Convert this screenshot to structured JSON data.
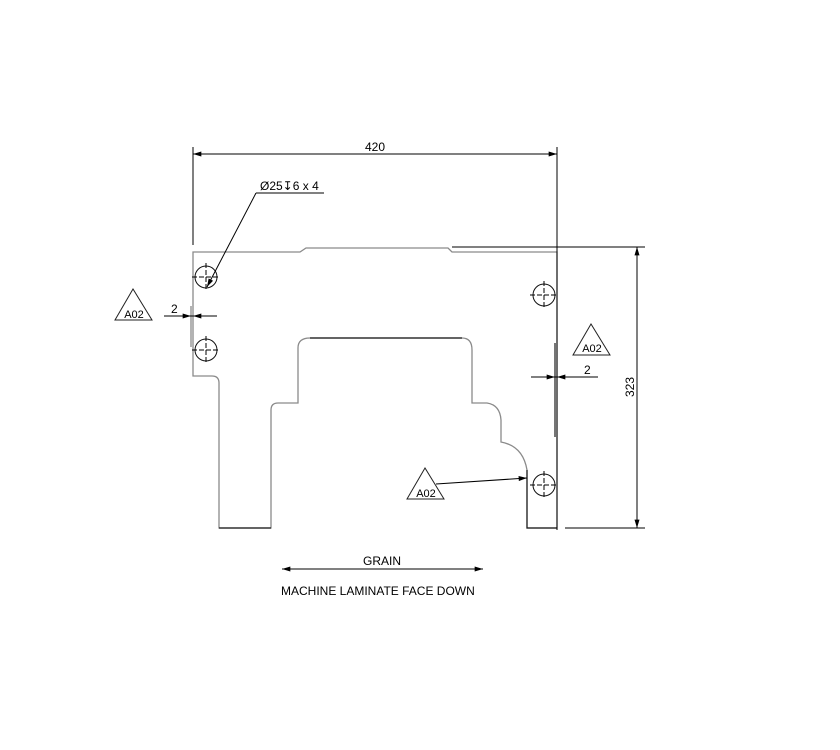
{
  "drawing": {
    "overall_width_dim": "420",
    "overall_height_dim": "323",
    "hole_callout": "Ø25↧6 x 4",
    "hole_callout_parts": {
      "diameter_symbol": "Ø",
      "diameter": "25",
      "depth_symbol": "↧",
      "depth": "6",
      "count": "x 4"
    },
    "edge_offset_left": "2",
    "edge_offset_right": "2",
    "datum_tags": [
      {
        "id": "datum-left",
        "label": "A02"
      },
      {
        "id": "datum-right",
        "label": "A02"
      },
      {
        "id": "datum-bottom",
        "label": "A02"
      }
    ],
    "grain_label": "GRAIN",
    "note": "MACHINE LAMINATE FACE DOWN"
  }
}
